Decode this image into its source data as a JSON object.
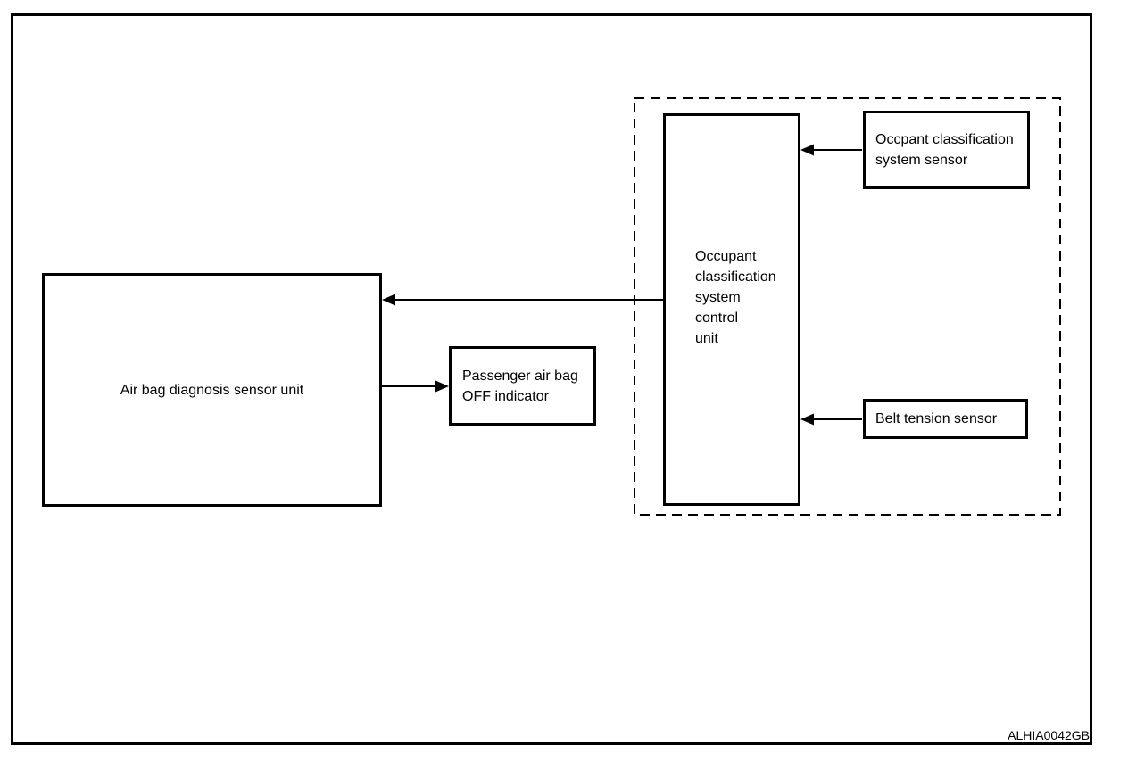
{
  "figure_id": "ALHIA0042GB",
  "colors": {
    "ink": "#000000",
    "paper": "#ffffff"
  },
  "nodes": {
    "airbag_unit": {
      "label": "Air bag diagnosis sensor unit"
    },
    "passenger_indicator": {
      "lines": [
        "Passenger air bag",
        "OFF indicator"
      ]
    },
    "control_unit": {
      "lines": [
        "Occupant",
        "classification",
        "system",
        "control",
        "unit"
      ]
    },
    "occupant_sensor": {
      "lines": [
        "Occpant classification",
        "system sensor"
      ]
    },
    "belt_sensor": {
      "label": "Belt tension sensor"
    }
  },
  "connections": [
    {
      "from": "occupant-classification-system-control-unit",
      "to": "air-bag-diagnosis-sensor-unit"
    },
    {
      "from": "air-bag-diagnosis-sensor-unit",
      "to": "passenger-air-bag-off-indicator"
    },
    {
      "from": "occpant-classification-system-sensor",
      "to": "occupant-classification-system-control-unit"
    },
    {
      "from": "belt-tension-sensor",
      "to": "occupant-classification-system-control-unit"
    }
  ]
}
